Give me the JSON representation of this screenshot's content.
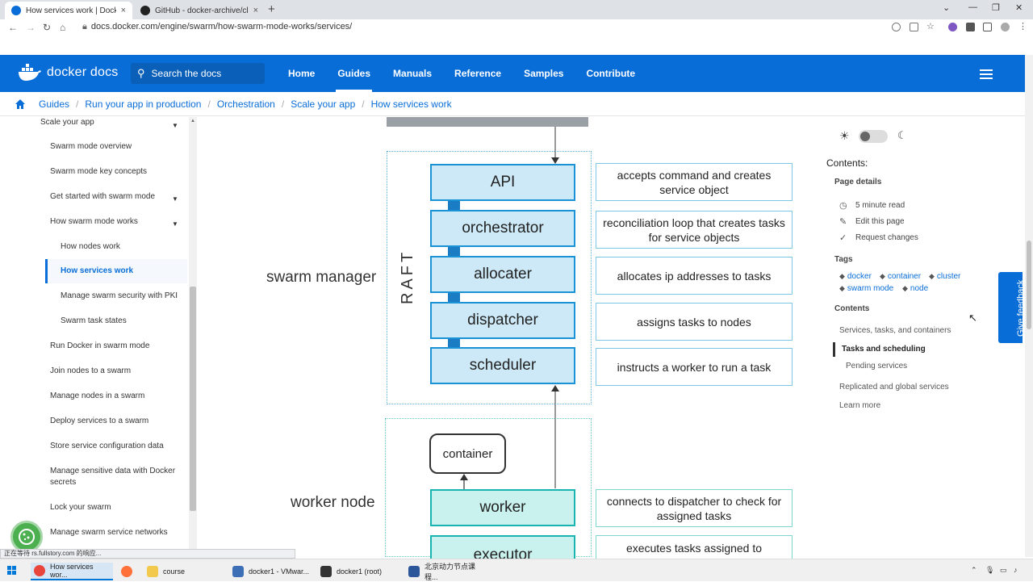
{
  "browser": {
    "tabs": [
      {
        "title": "How services work | Docker D",
        "close": "×"
      },
      {
        "title": "GitHub - docker-archive/class",
        "close": "×"
      }
    ],
    "new_tab": "+",
    "url": "docs.docker.com/engine/swarm/how-swarm-mode-works/services/"
  },
  "header": {
    "logo_text": "docker docs",
    "search_placeholder": "Search the docs",
    "nav": [
      "Home",
      "Guides",
      "Manuals",
      "Reference",
      "Samples",
      "Contribute"
    ],
    "active_nav": "Guides"
  },
  "breadcrumb": [
    "Guides",
    "Run your app in production",
    "Orchestration",
    "Scale your app",
    "How services work"
  ],
  "sidebar": {
    "items": [
      {
        "label": "Scale your app",
        "caret": true
      },
      {
        "label": "Swarm mode overview"
      },
      {
        "label": "Swarm mode key concepts"
      },
      {
        "label": "Get started with swarm mode",
        "caret": true
      },
      {
        "label": "How swarm mode works",
        "caret": true
      },
      {
        "label": "How nodes work"
      },
      {
        "label": "How services work",
        "active": true
      },
      {
        "label": "Manage swarm security with PKI"
      },
      {
        "label": "Swarm task states"
      },
      {
        "label": "Run Docker in swarm mode"
      },
      {
        "label": "Join nodes to a swarm"
      },
      {
        "label": "Manage nodes in a swarm"
      },
      {
        "label": "Deploy services to a swarm"
      },
      {
        "label": "Store service configuration data"
      },
      {
        "label": "Manage sensitive data with Docker secrets"
      },
      {
        "label": "Lock your swarm"
      },
      {
        "label": "Manage swarm service networks"
      }
    ]
  },
  "diagram": {
    "swarm_manager": "swarm manager",
    "raft": "RAFT",
    "manager_boxes": [
      "API",
      "orchestrator",
      "allocater",
      "dispatcher",
      "scheduler"
    ],
    "manager_desc": [
      "accepts command and creates service object",
      "reconciliation loop that creates tasks for service objects",
      "allocates ip addresses to tasks",
      "assigns tasks to nodes",
      "instructs a worker to run a task"
    ],
    "worker_node": "worker node",
    "container": "container",
    "worker_boxes": [
      "worker",
      "executor"
    ],
    "worker_desc": [
      "connects to dispatcher to check for assigned tasks",
      "executes tasks assigned to"
    ]
  },
  "toc": {
    "contents_label": "Contents:",
    "page_details": "Page details",
    "read_time": "5 minute read",
    "edit": "Edit this page",
    "request": "Request changes",
    "tags_label": "Tags",
    "tags": [
      "docker",
      "container",
      "cluster",
      "swarm mode",
      "node"
    ],
    "contents_sub": "Contents",
    "links": [
      "Services, tasks, and containers",
      "Tasks and scheduling",
      "Pending services",
      "Replicated and global services",
      "Learn more"
    ],
    "active_link": "Tasks and scheduling"
  },
  "feedback": "Give feedback",
  "status_text": "正在等待 rs.fullstory.com 的响应...",
  "taskbar": {
    "items": [
      "How services wor...",
      "",
      "course",
      "docker1 - VMwar...",
      "docker1 (root)",
      "北京动力节点课程..."
    ]
  },
  "colors": {
    "brand": "#086dd7",
    "manager_box": "#cde9f7",
    "worker_box": "#c9f1ee"
  }
}
